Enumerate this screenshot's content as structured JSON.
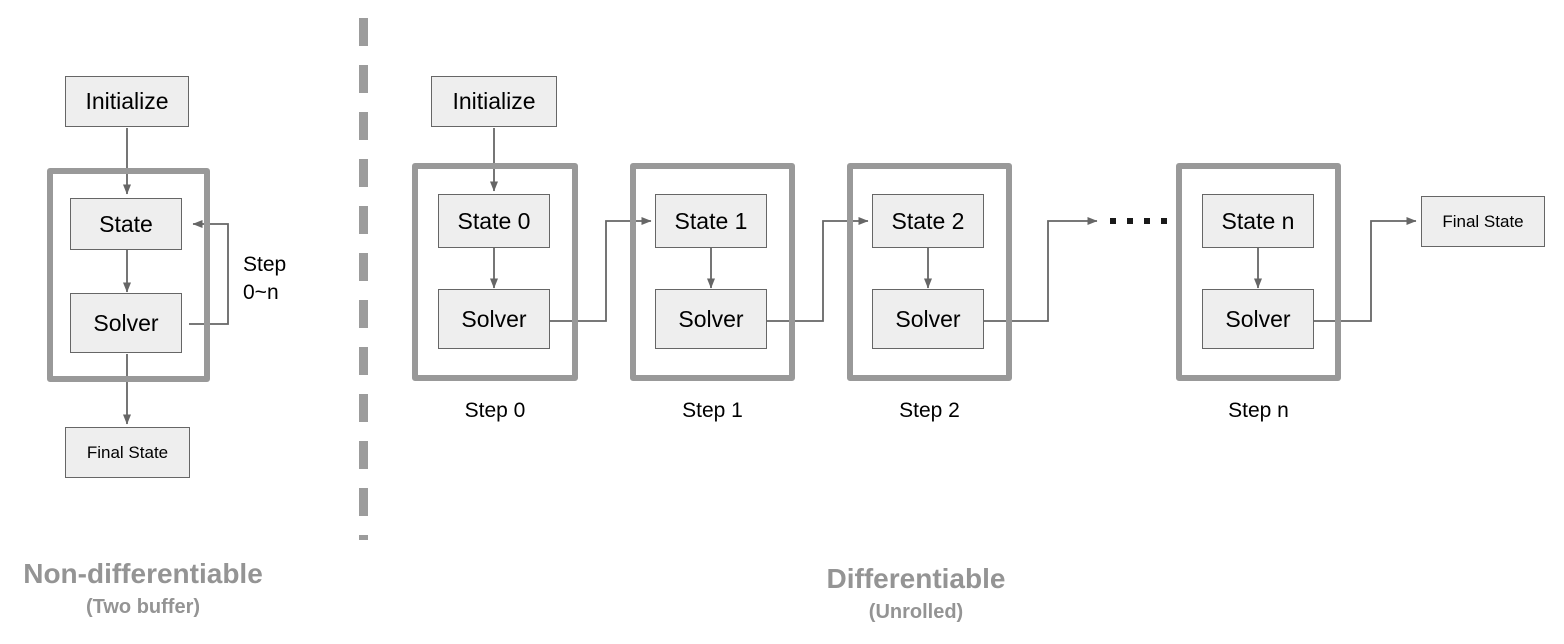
{
  "diagram": {
    "title_left": {
      "main": "Non-differentiable",
      "sub": "(Two buffer)"
    },
    "title_right": {
      "main": "Differentiable",
      "sub": "(Unrolled)"
    }
  },
  "left_panel": {
    "initialize_label": "Initialize",
    "state_label": "State",
    "solver_label": "Solver",
    "final_state_label": "Final State",
    "loop_label_line1": "Step",
    "loop_label_line2": "0~n"
  },
  "right_panel": {
    "initialize_label": "Initialize",
    "solver_label": "Solver",
    "final_state_label": "Final State",
    "ellipsis_dot_count": 4,
    "steps": [
      {
        "state_label": "State 0",
        "solver_label": "Solver",
        "caption": "Step 0"
      },
      {
        "state_label": "State 1",
        "solver_label": "Solver",
        "caption": "Step 1"
      },
      {
        "state_label": "State 2",
        "solver_label": "Solver",
        "caption": "Step 2"
      },
      {
        "state_label": "State n",
        "solver_label": "Solver",
        "caption": "Step n"
      }
    ]
  },
  "colors": {
    "node_fill": "#eeeeee",
    "node_border": "#666666",
    "group_border": "#999999",
    "connector": "#666666",
    "title_text": "#949494",
    "divider": "#9c9c9c",
    "text": "#000000"
  }
}
